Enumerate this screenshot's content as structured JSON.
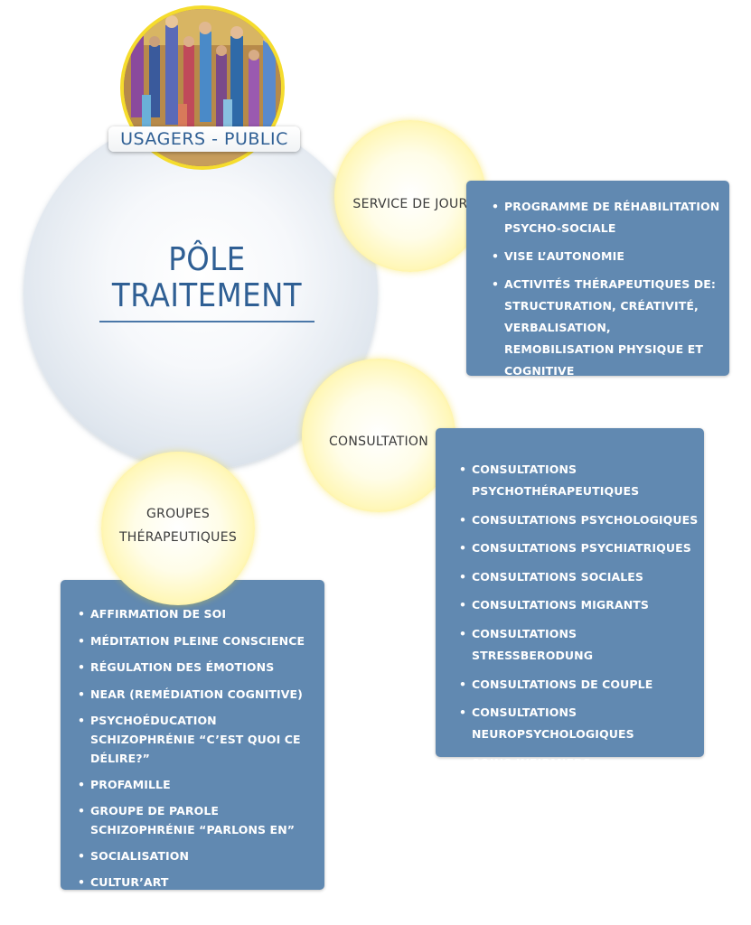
{
  "header": {
    "label": "USAGERS - PUBLIC"
  },
  "main": {
    "title_line1": "PÔLE",
    "title_line2": "TRAITEMENT"
  },
  "service_jour": {
    "label": "SERVICE DE JOUR",
    "items": [
      "PROGRAMME DE RÉHABILITATION PSYCHO-SOCIALE",
      "VISE L’AUTONOMIE",
      "ACTIVITÉS THÉRAPEUTIQUES DE: STRUCTURATION, CRÉATIVITÉ, VERBALISATION, REMOBILISATION PHYSIQUE ET COGNITIVE"
    ]
  },
  "consultation": {
    "label": "CONSULTATION",
    "items": [
      "CONSULTATIONS PSYCHOTHÉRAPEUTIQUES",
      "CONSULTATIONS PSYCHOLOGIQUES",
      "CONSULTATIONS PSYCHIATRIQUES",
      "CONSULTATIONS SOCIALES",
      "CONSULTATIONS MIGRANTS",
      "CONSULTATIONS  STRESSBERODUNG",
      "CONSULTATIONS DE COUPLE",
      "CONSULTATIONS NEUROPSYCHOLOGIQUES",
      "SOINS INFIRMIERS"
    ]
  },
  "groupes": {
    "label_line1": "GROUPES",
    "label_line2": "THÉRAPEUTIQUES",
    "items": [
      "AFFIRMATION DE SOI",
      "MÉDITATION PLEINE CONSCIENCE",
      "RÉGULATION DES ÉMOTIONS",
      "NEAR (REMÉDIATION COGNITIVE)",
      "PSYCHOÉDUCATION SCHIZOPHRÉNIE “C’EST QUOI CE DÉLIRE?”",
      "PROFAMILLE",
      "GROUPE DE PAROLE SCHIZOPHRÉNIE “PARLONS EN”",
      "SOCIALISATION",
      "CULTUR’ART"
    ]
  },
  "colors": {
    "box_blue": "#6189b1",
    "title_blue": "#2f5f94",
    "glow_yellow": "#f5d721"
  }
}
